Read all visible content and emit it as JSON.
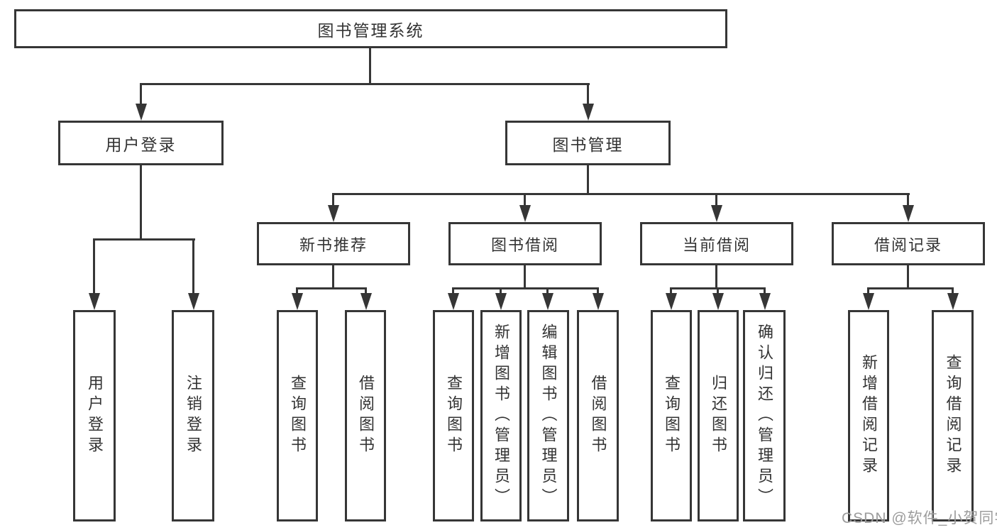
{
  "tree": {
    "root": {
      "label": "图书管理系统"
    },
    "children": [
      {
        "label": "用户登录",
        "children": [
          {
            "label": "用户登录"
          },
          {
            "label": "注销登录"
          }
        ]
      },
      {
        "label": "图书管理",
        "children": [
          {
            "label": "新书推荐",
            "children": [
              {
                "label": "查询图书"
              },
              {
                "label": "借阅图书"
              }
            ]
          },
          {
            "label": "图书借阅",
            "children": [
              {
                "label": "查询图书"
              },
              {
                "label": "新增图书（管理员）"
              },
              {
                "label": "编辑图书（管理员）"
              },
              {
                "label": "借阅图书"
              }
            ]
          },
          {
            "label": "当前借阅",
            "children": [
              {
                "label": "查询图书"
              },
              {
                "label": "归还图书"
              },
              {
                "label": "确认归还（管理员）"
              }
            ]
          },
          {
            "label": "借阅记录",
            "children": [
              {
                "label": "新增借阅记录"
              },
              {
                "label": "查询借阅记录"
              }
            ]
          }
        ]
      }
    ]
  },
  "watermark": {
    "text": "CSDN @软件_小贺同学"
  },
  "colors": {
    "line": "#363636",
    "text": "#333333",
    "background": "#ffffff",
    "watermark": "#9c9c9c"
  }
}
